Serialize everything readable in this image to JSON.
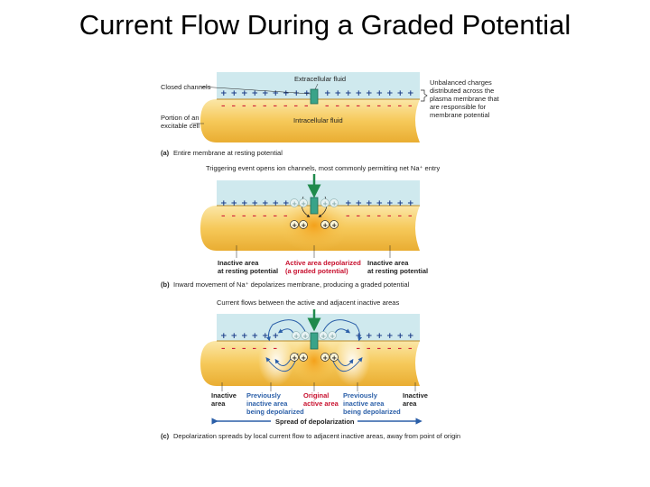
{
  "title": "Current Flow During a Graded Potential",
  "panel_a": {
    "extracellular": "Extracellular fluid",
    "intracellular": "Intracellular fluid",
    "closed_channels": "Closed channels",
    "portion_line1": "Portion of an",
    "portion_line2": "excitable cell",
    "unbalanced": [
      "Unbalanced charges",
      "distributed across the",
      "plasma membrane that",
      "are responsible for",
      "membrane potential"
    ],
    "caption_letter": "(a)",
    "caption": "Entire membrane at resting potential"
  },
  "panel_b": {
    "trigger": "Triggering event opens ion channels, most commonly permitting net Na⁺ entry",
    "inactive_left": [
      "Inactive area",
      "at resting potential"
    ],
    "active": [
      "Active area depolarized",
      "(a graded potential)"
    ],
    "inactive_right": [
      "Inactive area",
      "at resting potential"
    ],
    "caption_letter": "(b)",
    "caption": "Inward movement of Na⁺ depolarizes membrane, producing a graded potential"
  },
  "panel_c": {
    "current": "Current flows between the active and adjacent inactive areas",
    "inactive_left": [
      "Inactive",
      "area"
    ],
    "prev_left": [
      "Previously",
      "inactive area",
      "being depolarized"
    ],
    "original": [
      "Original",
      "active area"
    ],
    "prev_right": [
      "Previously",
      "inactive area",
      "being depolarized"
    ],
    "inactive_right": [
      "Inactive",
      "area"
    ],
    "spread": "Spread of depolarization",
    "caption_letter": "(c)",
    "caption": "Depolarization spreads by local current flow to adjacent inactive areas, away from point of origin"
  },
  "colors": {
    "extracellular": "#cfe9ee",
    "cell": "#f6c95a",
    "active_glow": "#f7a81b",
    "channel": "#3aa389",
    "plus": "#1e3f8a",
    "minus": "#d0203a",
    "arrow_green": "#1f8a4c",
    "arrow_blue": "#2b5fa8",
    "label_red": "#c8102e"
  }
}
